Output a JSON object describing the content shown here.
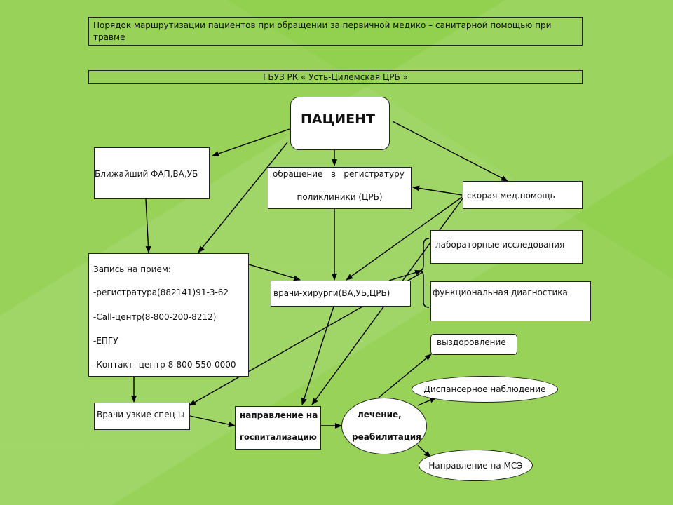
{
  "header": {
    "title": "Порядок маршрутизации пациентов при обращении за первичной медико – санитарной помощью при травме",
    "organization": "ГБУЗ РК « Усть-Цилемская ЦРБ »"
  },
  "nodes": {
    "patient": "ПАЦИЕНТ",
    "nearest_fap": "Ближайший ФАП,ВА,УБ",
    "registry_line1": "обращение   в   регистратуру",
    "registry_line2": "поликлиники (ЦРБ)",
    "ambulance": "скорая мед.помощь",
    "appointment": {
      "title": "Запись на прием:",
      "items": [
        "-регистратура(882141)91-3-62",
        "-Call-центр(8-800-200-8212)",
        "-ЕПГУ",
        "-Контакт- центр 8-800-550-0000"
      ]
    },
    "surgeons": "врачи-хирурги(ВА,УБ,ЦРБ)",
    "lab": "лабораторные исследования",
    "functional": "функциональная диагностика",
    "recovery": "выздоровление",
    "specialists": "Врачи узкие спец-ы",
    "hospitalization_line1": "направление на",
    "hospitalization_line2": "госпитализацию",
    "treatment_line1": "лечение,",
    "treatment_line2": "реабилитация",
    "dispensary": "Диспансерное наблюдение",
    "mse": "Направление на МСЭ"
  },
  "colors": {
    "background": "#92d050",
    "box_fill": "#ffffff",
    "stroke": "#000000"
  }
}
